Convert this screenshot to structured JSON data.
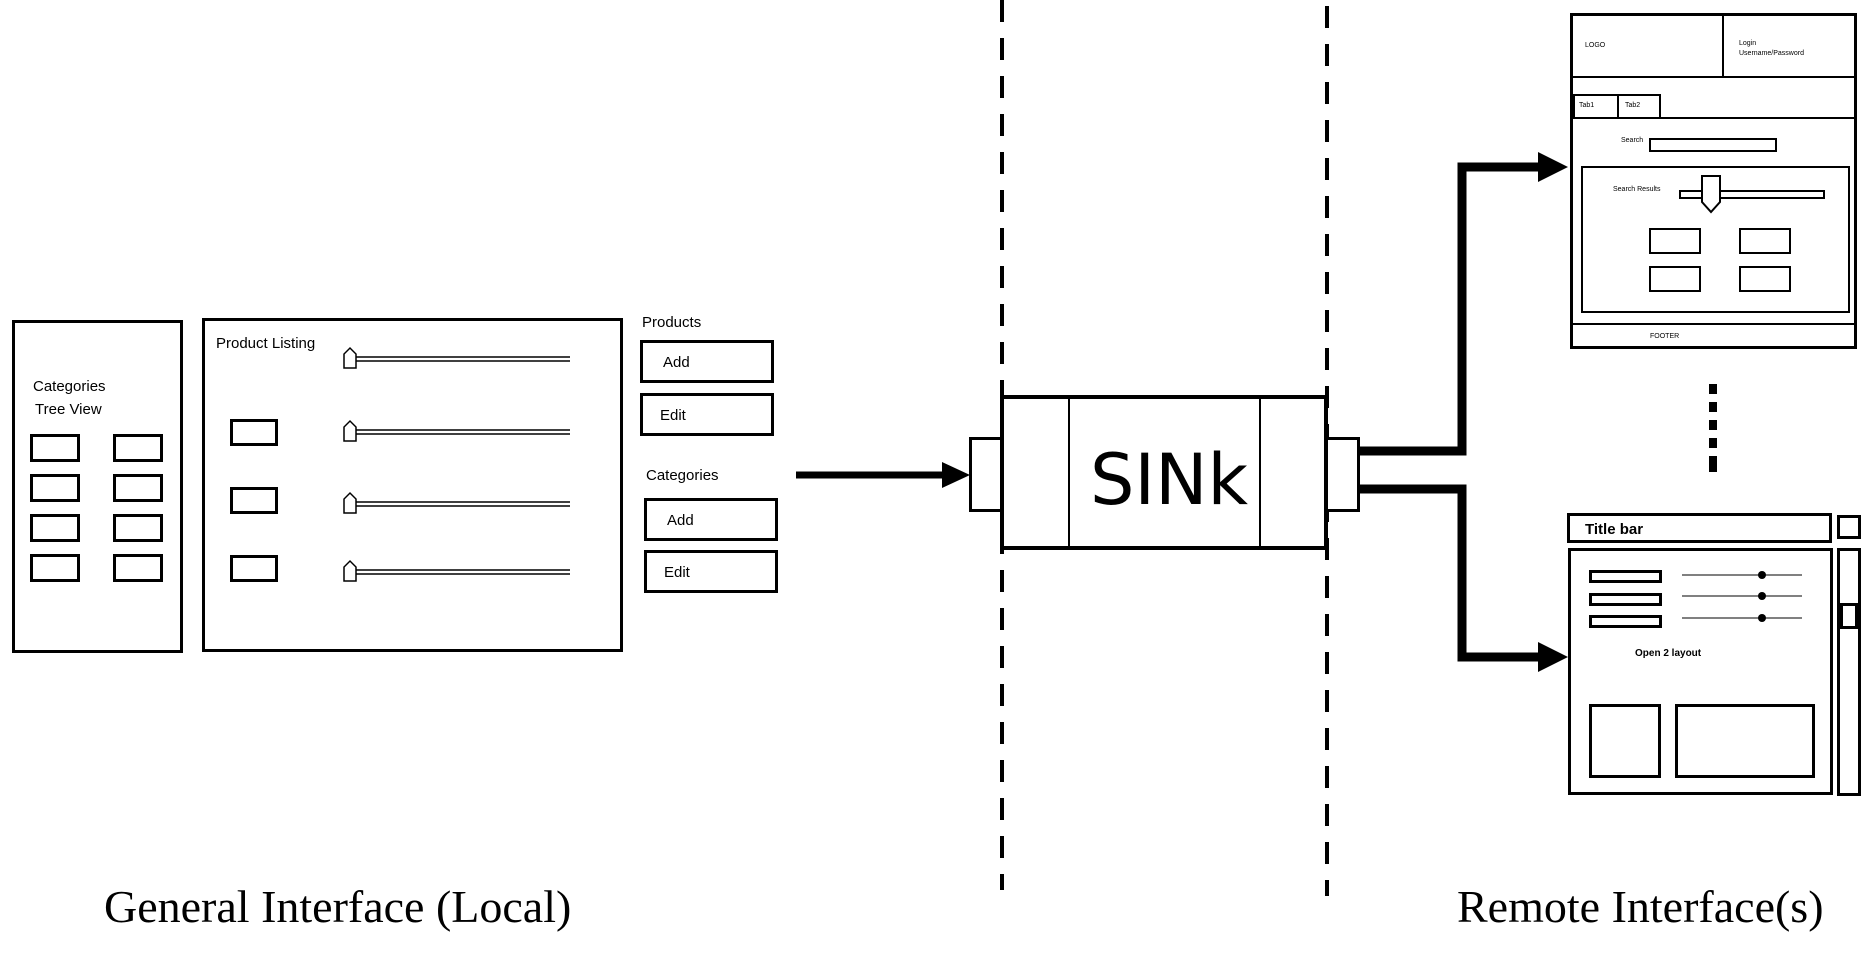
{
  "local": {
    "categories_panel": {
      "line1": "Categories",
      "line2": "Tree View"
    },
    "product_listing": {
      "title": "Product Listing"
    },
    "products_group": {
      "label": "Products",
      "add": "Add",
      "edit": "Edit"
    },
    "categories_group": {
      "label": "Categories",
      "add": "Add",
      "edit": "Edit"
    },
    "caption": "General Interface (Local)"
  },
  "sink": {
    "label": "SINk"
  },
  "remote": {
    "web": {
      "logo": "LOGO",
      "login_line1": "Login",
      "login_line2": "Username/Password",
      "tab1": "Tab1",
      "tab2": "Tab2",
      "search_label": "Search",
      "search_results_label": "Search Results",
      "footer": "FOOTER"
    },
    "desktop": {
      "title_bar": "Title bar",
      "layout_label": "Open 2 layout"
    },
    "caption": "Remote Interface(s)"
  }
}
